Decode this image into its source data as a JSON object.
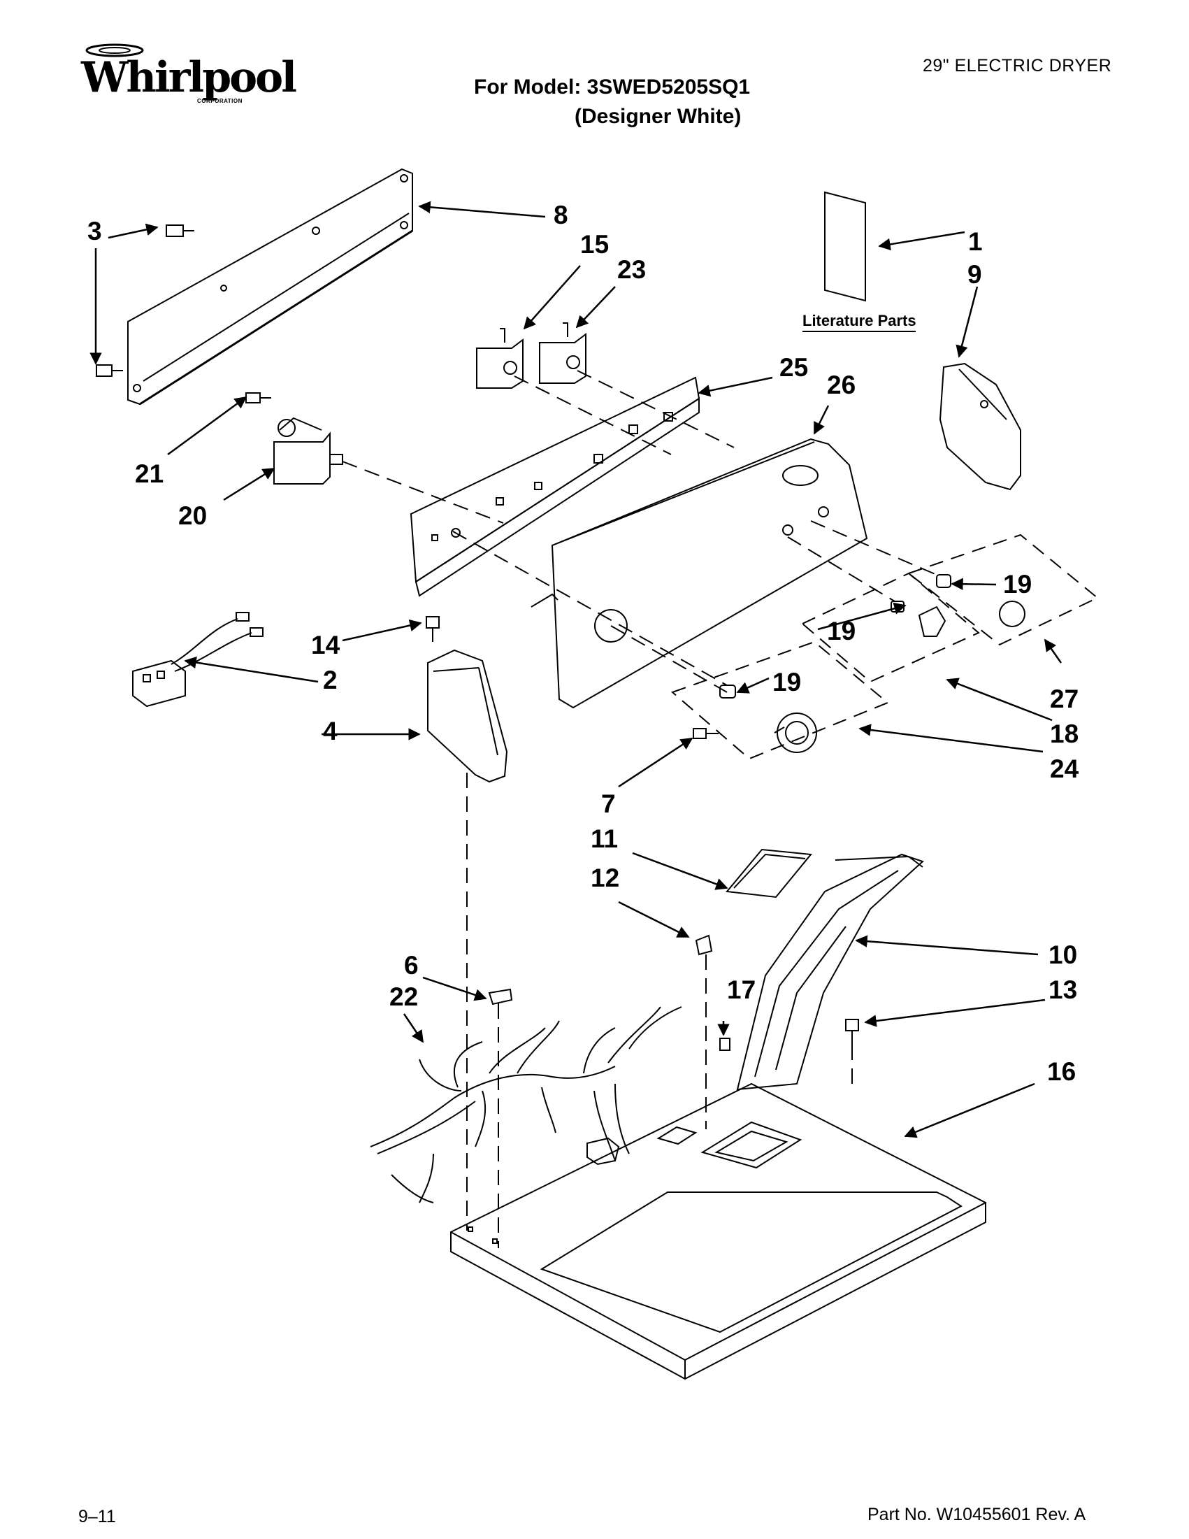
{
  "header": {
    "brand": "Whirlpool",
    "brand_sub": "CORPORATION",
    "appliance": "29\" ELECTRIC DRYER",
    "model_line": "For Model: 3SWED5205SQ1",
    "finish_line": "(Designer White)"
  },
  "diagram": {
    "literature_label": "Literature Parts",
    "callouts": [
      "1",
      "2",
      "3",
      "4",
      "6",
      "7",
      "8",
      "9",
      "10",
      "11",
      "12",
      "13",
      "14",
      "15",
      "16",
      "17",
      "18",
      "19",
      "19",
      "19",
      "20",
      "21",
      "22",
      "23",
      "24",
      "25",
      "26",
      "27"
    ]
  },
  "footer": {
    "date_code": "9–11",
    "part_number": "Part No. W10455601 Rev. A"
  }
}
